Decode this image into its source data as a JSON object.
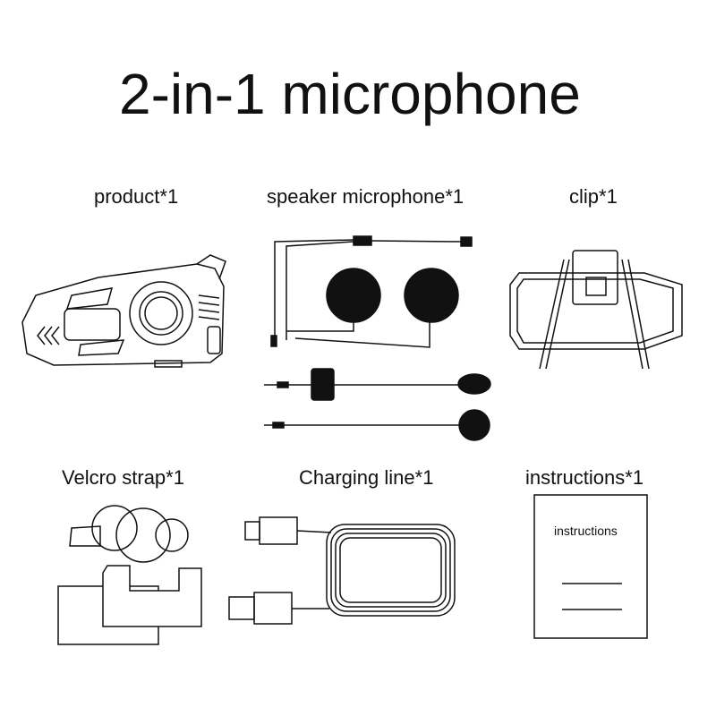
{
  "title": "2-in-1 microphone",
  "items": [
    {
      "label": "product*1"
    },
    {
      "label": "speaker microphone*1"
    },
    {
      "label": "clip*1"
    },
    {
      "label": "Velcro strap*1"
    },
    {
      "label": "Charging line*1"
    },
    {
      "label": "instructions*1"
    }
  ],
  "manual_cover_text": "instructions"
}
